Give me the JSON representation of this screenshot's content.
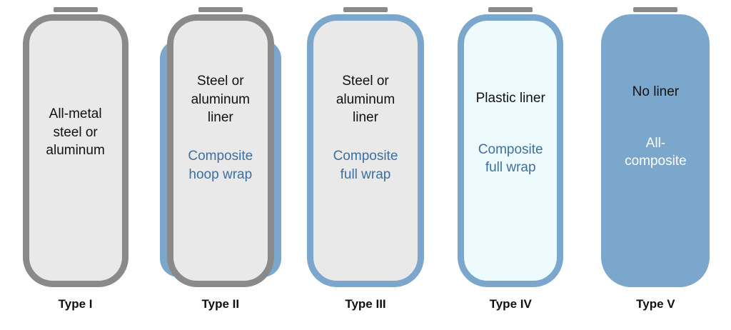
{
  "title": "Pressure vessel types diagram",
  "colors": {
    "gray_border": "#8a8a8a",
    "gray_fill": "#e9e9e9",
    "blue": "#7aa7cb",
    "blue_text": "#3e6f9f",
    "pale_blue_fill": "#eefbfe"
  },
  "vessels": [
    {
      "label": "Type I",
      "liner": "All-metal\nsteel or\naluminum",
      "wrap": ""
    },
    {
      "label": "Type II",
      "liner": "Steel or\naluminum\nliner",
      "wrap": "Composite\nhoop wrap"
    },
    {
      "label": "Type III",
      "liner": "Steel or\naluminum\nliner",
      "wrap": "Composite\nfull wrap"
    },
    {
      "label": "Type IV",
      "liner": "Plastic liner",
      "wrap": "Composite\nfull wrap"
    },
    {
      "label": "Type V",
      "liner": "No liner",
      "wrap": "All-\ncomposite"
    }
  ]
}
